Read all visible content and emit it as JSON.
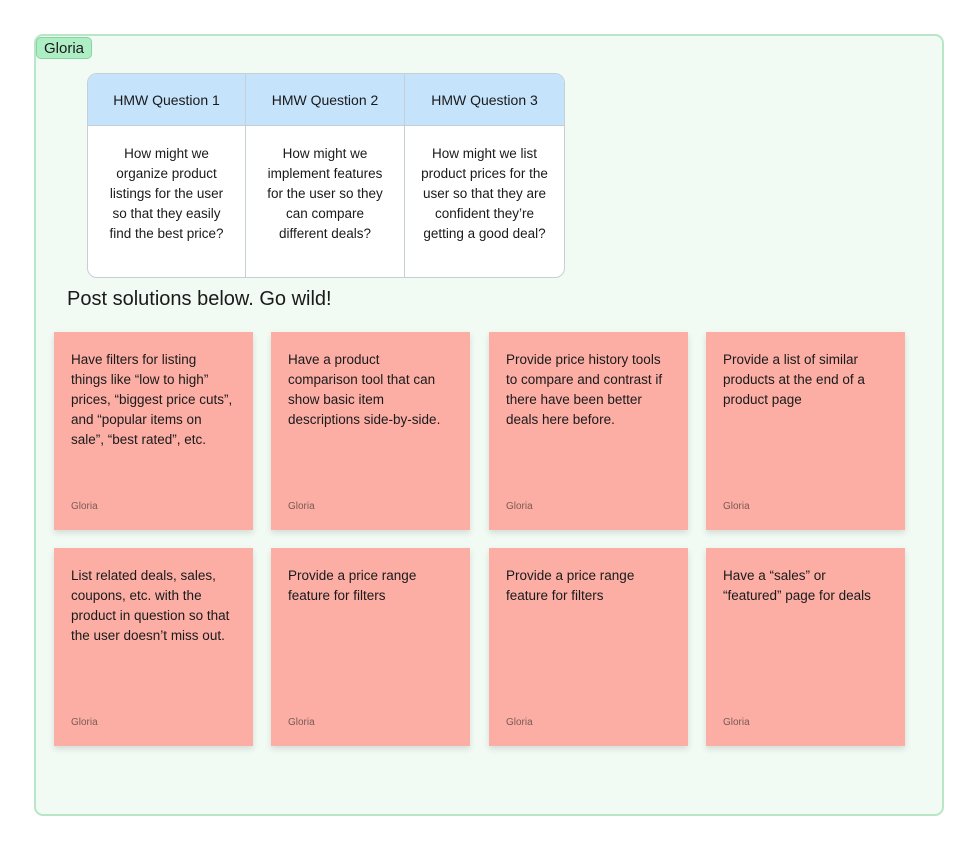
{
  "section": {
    "label": "Gloria",
    "colors": {
      "fill": "#f1faf3",
      "border": "#b9e6c6",
      "label_bg": "#aeeec4"
    }
  },
  "hmw_table": {
    "headers": [
      "HMW Question 1",
      "HMW Question 2",
      "HMW Question 3"
    ],
    "cells": [
      "How might we organize product listings for the user so that they easily find the best price?",
      "How might we implement features for the user so they can compare different deals?",
      "How might we list product prices for the user so that they are confident they’re getting a good deal?"
    ],
    "colors": {
      "header_bg": "#c5e3fb",
      "border": "#c7cfd6"
    }
  },
  "prompt": "Post solutions below. Go wild!",
  "stickies": [
    {
      "text": "Have filters for listing things like “low to high” prices, “biggest price cuts”, and “popular items on sale”, “best rated”, etc.",
      "author": "Gloria"
    },
    {
      "text": "Have a product comparison tool that can show basic item descriptions side-by-side.",
      "author": "Gloria"
    },
    {
      "text": "Provide price history tools to compare and contrast if there have been better deals here before.",
      "author": "Gloria"
    },
    {
      "text": "Provide a list of similar products at the end of a product page",
      "author": "Gloria"
    },
    {
      "text": "List related deals, sales, coupons, etc. with the product in question so that the user doesn’t miss out.",
      "author": "Gloria"
    },
    {
      "text": "Provide a price range feature for filters",
      "author": "Gloria"
    },
    {
      "text": "Provide a price range feature for filters",
      "author": "Gloria"
    },
    {
      "text": "Have a “sales” or “featured” page for deals",
      "author": "Gloria"
    }
  ],
  "sticky_color": "#fcaea5"
}
